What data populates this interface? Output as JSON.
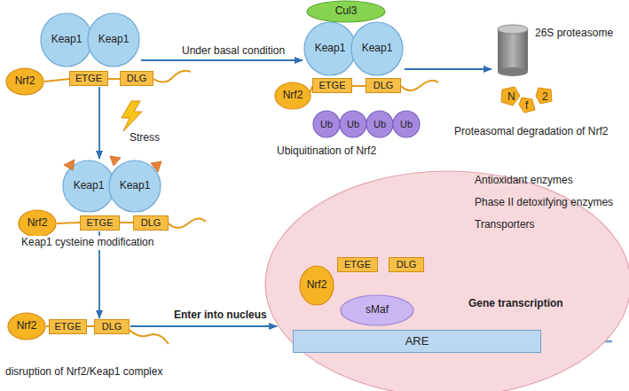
{
  "diagram": {
    "nodes": [
      {
        "text": [
          "Keap1"
        ]
      },
      {
        "text": [
          "Keap1"
        ]
      },
      {
        "text": [
          "Nrf2"
        ]
      },
      {
        "text": [
          "ETGE"
        ]
      },
      {
        "text": [
          "DLG"
        ]
      },
      {
        "text": [
          "Cul3"
        ]
      },
      {
        "text": [
          "Keap1"
        ]
      },
      {
        "text": [
          "Keap1"
        ]
      },
      {
        "text": [
          "Nrf2"
        ]
      },
      {
        "text": [
          "ETGE"
        ]
      },
      {
        "text": [
          "DLG"
        ]
      },
      {
        "text": [
          "Ub"
        ]
      },
      {
        "text": [
          "Ub"
        ]
      },
      {
        "text": [
          "Ub"
        ]
      },
      {
        "text": [
          "Ub"
        ]
      },
      {
        "text": [
          "26S proteasome"
        ]
      },
      {
        "text": [
          "Keap1"
        ]
      },
      {
        "text": [
          "Keap1"
        ]
      },
      {
        "text": [
          "Nrf2"
        ]
      },
      {
        "text": [
          "ETGE"
        ]
      },
      {
        "text": [
          "DLG"
        ]
      },
      {
        "text": [
          "Nrf2"
        ]
      },
      {
        "text": [
          "ETGE"
        ]
      },
      {
        "text": [
          "DLG"
        ]
      },
      {
        "text": [
          "Antioxidant enzymes",
          "Phase II detoxifying enzymes",
          "Transporters"
        ]
      },
      {
        "text": [
          "Nrf2"
        ],
        "in": 24
      },
      {
        "text": [
          "ETGE"
        ],
        "in": 24
      },
      {
        "text": [
          "DLG"
        ],
        "in": 24
      },
      {
        "text": [
          "sMaf"
        ],
        "in": 24
      },
      {
        "text": [
          "ARE"
        ],
        "in": 24
      }
    ],
    "edges": [
      {
        "from": 1,
        "to": 6,
        "arrow": "to",
        "label": "Under basal condition"
      },
      {
        "from": 7,
        "to": 15,
        "arrow": "to"
      },
      {
        "from": 3,
        "to": 16,
        "arrow": "to",
        "label": "Stress"
      },
      {
        "from": 19,
        "to": 23,
        "arrow": "to"
      },
      {
        "from": 23,
        "to": 24,
        "arrow": "to",
        "label": "Enter into nucleus"
      }
    ],
    "labels": [
      "Ubiquitination of Nrf2",
      "Proteasomal degradation of Nrf2",
      "N",
      "f",
      "2",
      "Keap1 cysteine modification",
      "disruption of Nrf2/Keap1 complex",
      "Gene transcription"
    ]
  }
}
